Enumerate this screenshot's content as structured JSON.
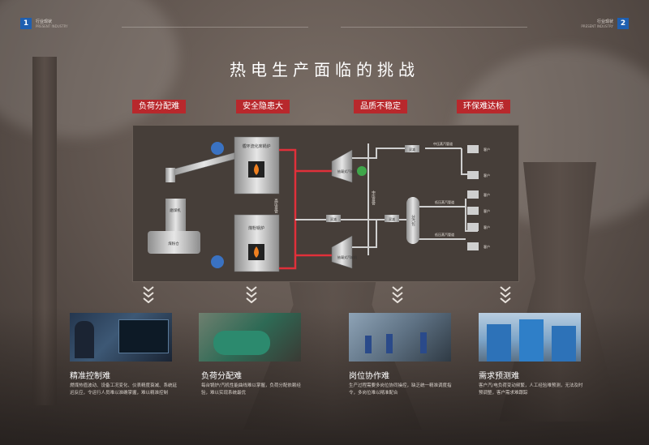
{
  "header": {
    "left": {
      "num": "1",
      "title": "行业现状",
      "subtitle": "PRESENT INDUSTRY"
    },
    "right": {
      "num": "2",
      "title": "行业现状",
      "subtitle": "PRESENT INDUSTRY"
    }
  },
  "title": "热电生产面临的挑战",
  "challenges": [
    "负荷分配难",
    "安全隐患大",
    "品质不稳定",
    "环保难达标"
  ],
  "diagram": {
    "boiler1": "循环流化床锅炉",
    "boiler2": "煤粉锅炉",
    "mill": "磨煤机",
    "coal_storage": "煤粉仓",
    "high_pressure_pipe": "高压母管",
    "medium_pressure_pipe": "中压母管",
    "turbine1": "抽凝式汽轮机",
    "turbine2": "抽凝式汽轮机",
    "reducer": "双减",
    "splitter": "分汽包",
    "medium_steam": "中压蒸汽管道",
    "low_steam1": "低压蒸汽管道",
    "low_steam2": "低压蒸汽管道",
    "customer": "客户"
  },
  "cards": [
    {
      "title": "精准控制难",
      "desc": "燃煤热值波动、设备工况变化、仪表精度衰减、系统延迟反应，令运行人员难以准确掌握，难以精准控制"
    },
    {
      "title": "负荷分配难",
      "desc": "每台锅炉/汽机性能曲线难以掌握，负荷分配依赖经验，难以实现系统最优"
    },
    {
      "title": "岗位协作难",
      "desc": "生产过程需要多岗位协同操控，缺乏统一精准调度指令，多岗位难以精准配合"
    },
    {
      "title": "需求预测难",
      "desc": "客户汽/电负荷变动频繁，人工经验难预测，无法及时预调整，客户需求难跟踪"
    }
  ],
  "colors": {
    "accent": "#b8282c",
    "pipe_red": "#e0303a",
    "page_num": "#1f5fb0"
  }
}
